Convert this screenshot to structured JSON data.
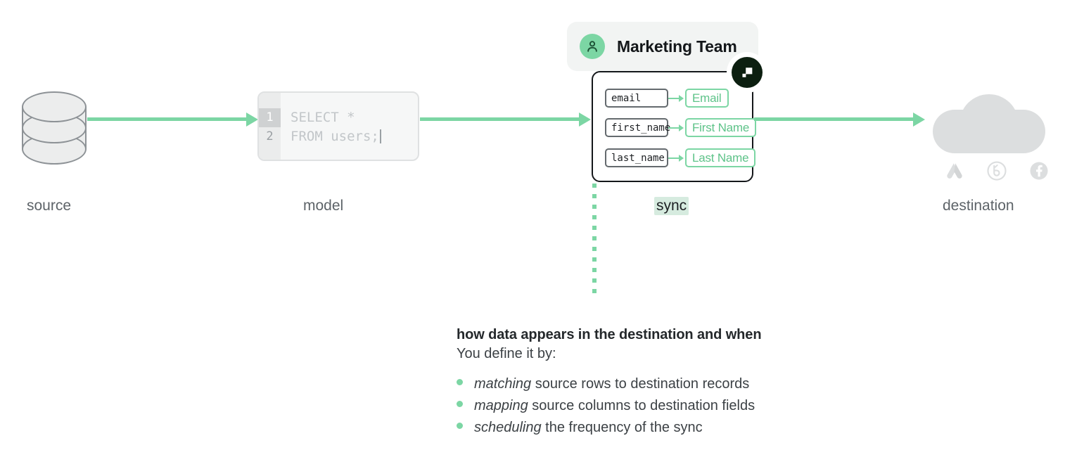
{
  "pipeline": {
    "captions": [
      {
        "key": "source",
        "label": "source"
      },
      {
        "key": "model",
        "label": "model"
      },
      {
        "key": "sync",
        "label": "sync"
      },
      {
        "key": "destination",
        "label": "destination"
      }
    ]
  },
  "source": {
    "icon": "database-stack-icon"
  },
  "model": {
    "code_lines": [
      {
        "number": "1",
        "text": "SELECT *",
        "active": true
      },
      {
        "number": "2",
        "text": "FROM users;",
        "active": false
      }
    ]
  },
  "sync": {
    "team_chip": {
      "avatar_icon": "user-avatar-icon",
      "name": "Marketing Team"
    },
    "badge_icon": "hightouch-logo-icon",
    "mappings": [
      {
        "source_field": "email",
        "destination_field": "Email"
      },
      {
        "source_field": "first_name",
        "destination_field": "First Name"
      },
      {
        "source_field": "last_name",
        "destination_field": "Last Name"
      }
    ]
  },
  "destination": {
    "cloud_icon": "cloud-icon",
    "platforms": [
      {
        "name": "google-ads-icon"
      },
      {
        "name": "braze-icon"
      },
      {
        "name": "facebook-icon"
      }
    ]
  },
  "explainer": {
    "heading": "how data appears in the destination and when",
    "subtitle": "You define it by:",
    "bullets": [
      {
        "emphasis": "matching",
        "rest": " source rows to destination records"
      },
      {
        "emphasis": "mapping",
        "rest": " source columns to destination fields"
      },
      {
        "emphasis": "scheduling",
        "rest": " the frequency of the sync"
      }
    ]
  },
  "colors": {
    "accent_green": "#7cd6a4",
    "accent_green_dark": "#5ec389",
    "sync_highlight": "#d6ebdf",
    "icon_gray": "#dcdedf",
    "dark": "#14171a"
  }
}
